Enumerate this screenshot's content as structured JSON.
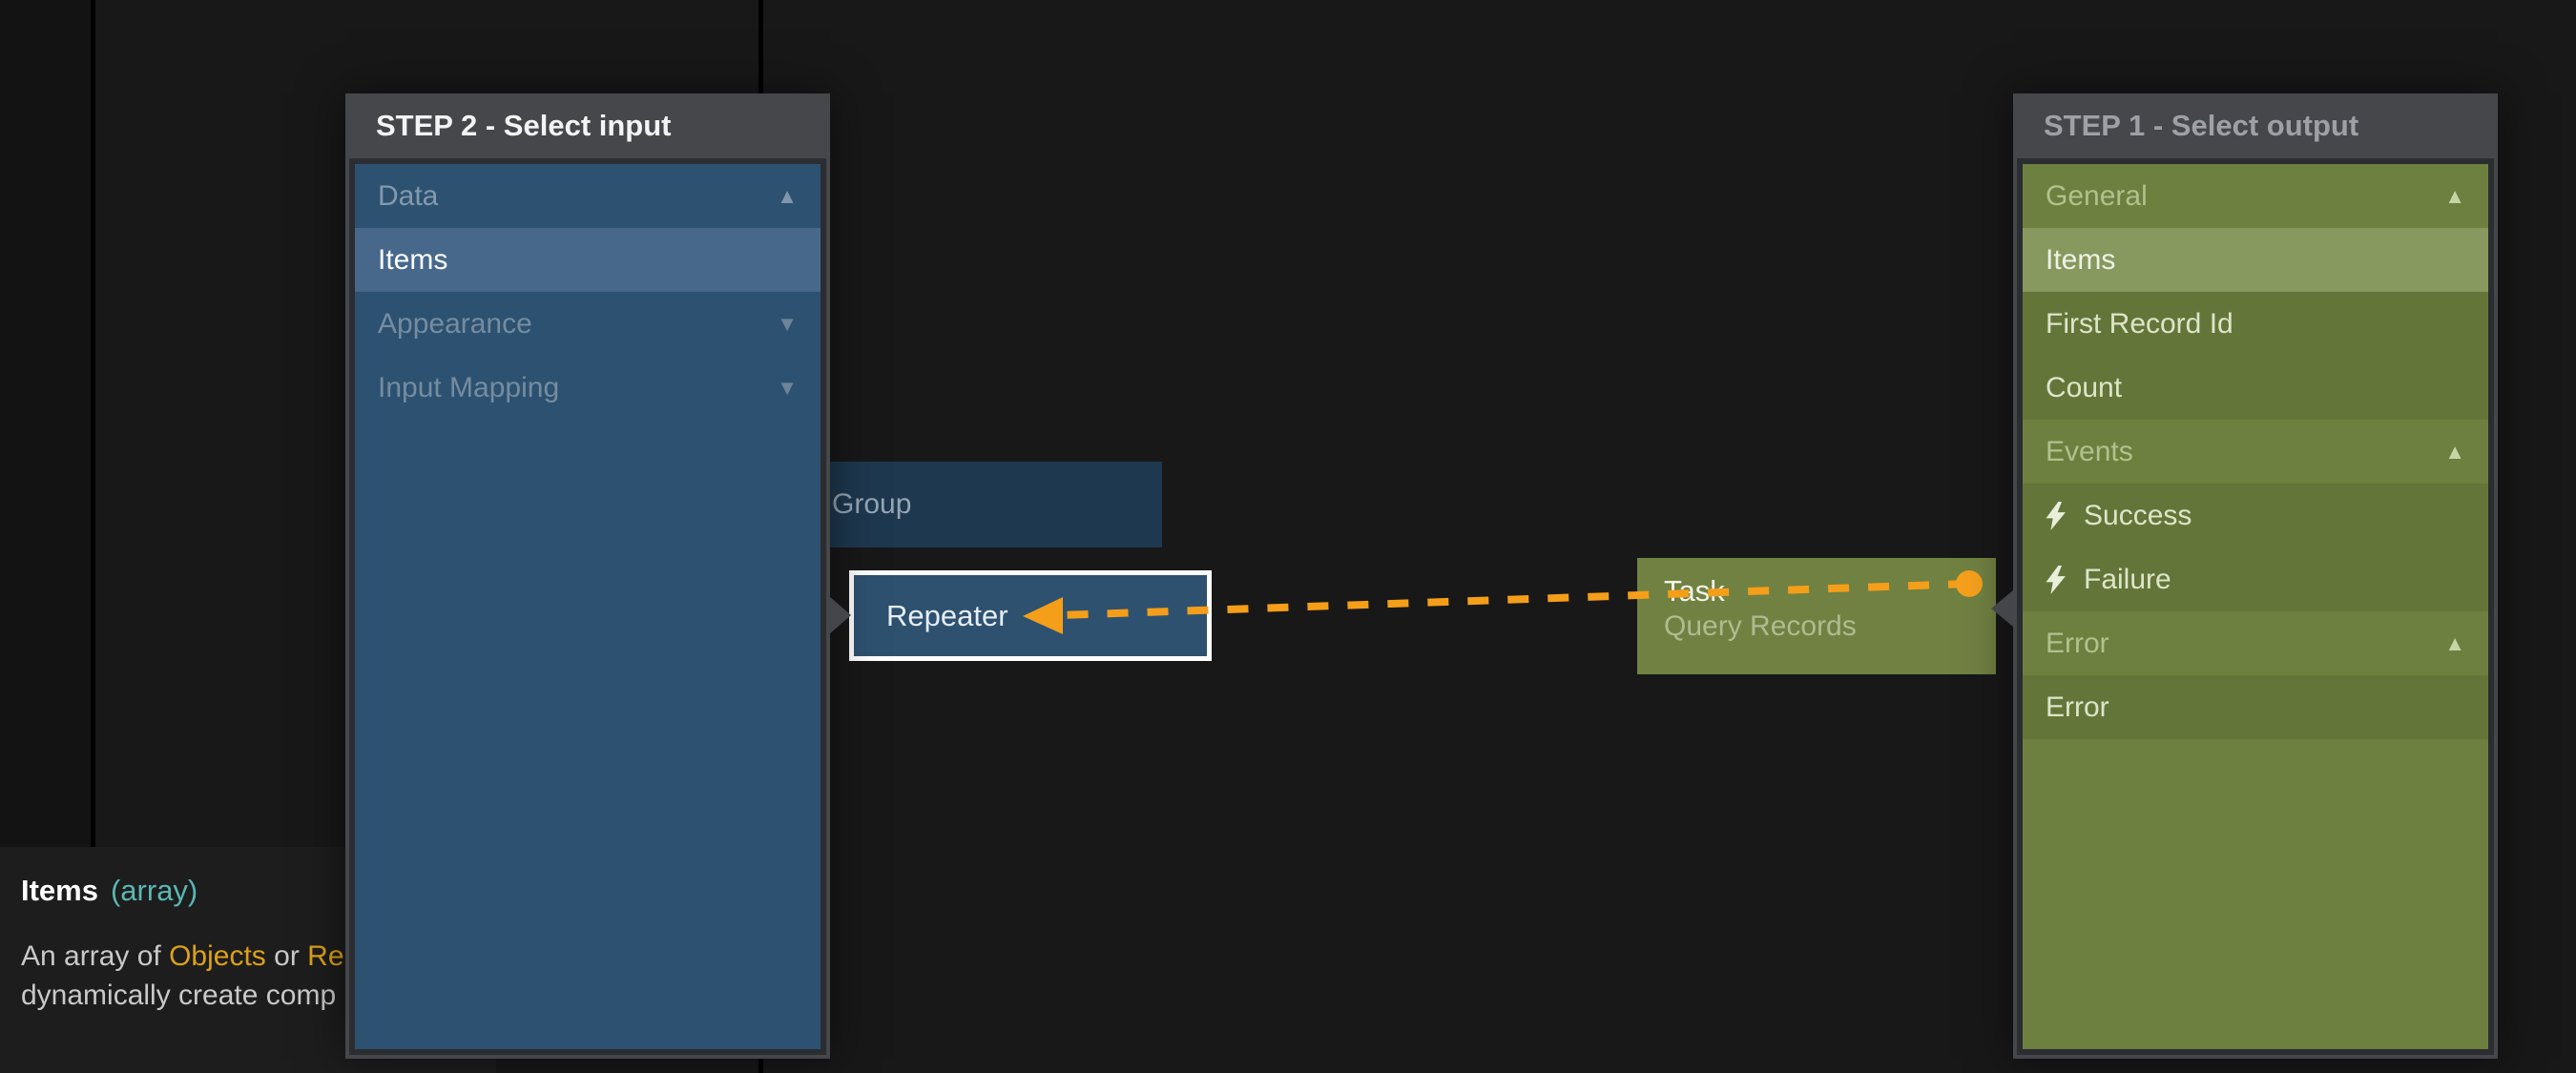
{
  "canvas": {
    "background": "#181818",
    "left_region_color": "#131314",
    "grid_line_color": "#000000",
    "accent_orange": "#f49e19"
  },
  "panels": {
    "input": {
      "title": "STEP 2 - Select input",
      "rows": [
        {
          "label": "Data",
          "arrow": "▲",
          "state": "expanded-category"
        },
        {
          "label": "Items",
          "state": "selected-item"
        },
        {
          "label": "Appearance",
          "arrow": "▼",
          "state": "collapsed-category"
        },
        {
          "label": "Input Mapping",
          "arrow": "▼",
          "state": "collapsed-category"
        }
      ]
    },
    "output": {
      "title": "STEP 1 - Select output",
      "rows": [
        {
          "label": "General",
          "arrow": "▲",
          "state": "expanded-category"
        },
        {
          "label": "Items",
          "state": "selected-item"
        },
        {
          "label": "First Record Id",
          "state": "item"
        },
        {
          "label": "Count",
          "state": "item"
        },
        {
          "label": "Events",
          "arrow": "▲",
          "state": "expanded-category"
        },
        {
          "label": "Success",
          "icon": "lightning-icon",
          "state": "event-item"
        },
        {
          "label": "Failure",
          "icon": "lightning-icon",
          "state": "event-item"
        },
        {
          "label": "Error",
          "arrow": "▲",
          "state": "expanded-category"
        },
        {
          "label": "Error",
          "state": "item"
        }
      ]
    }
  },
  "nodes": {
    "group": {
      "label": "Group"
    },
    "repeater": {
      "label": "Repeater"
    },
    "task": {
      "title": "Task",
      "subtitle": "Query Records"
    }
  },
  "connection": {
    "from": "Task",
    "to": "Repeater",
    "style": "dashed",
    "color": "#f49e19"
  },
  "tooltip": {
    "name": "Items",
    "type": "(array)",
    "description_line1": [
      {
        "text": "An array of "
      },
      {
        "text": "Objects",
        "highlight": true
      },
      {
        "text": " or "
      },
      {
        "text": "Re",
        "highlight": true
      }
    ],
    "description_line2": "dynamically create comp"
  }
}
